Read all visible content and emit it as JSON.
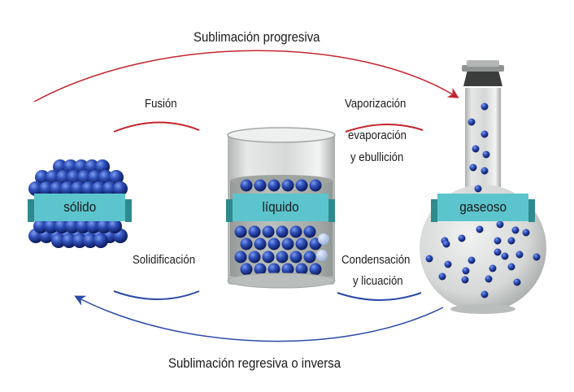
{
  "states": {
    "solid": "sólido",
    "liquid": "líquido",
    "gas": "gaseoso"
  },
  "transitions": {
    "sublimation_progressive": "Sublimación progresiva",
    "fusion": "Fusión",
    "vaporization": "Vaporización",
    "vaporization_detail_1": "evaporación",
    "vaporization_detail_2": "y ebullición",
    "solidification": "Solidificación",
    "condensation_1": "Condensación",
    "condensation_2": "y licuación",
    "sublimation_regressive": "Sublimación regresiva o inversa"
  },
  "colors": {
    "heating_arrow": "#c4262e",
    "cooling_arrow": "#2c4aa6",
    "state_label": "#5cc4cc",
    "particle": "#2a3f9a"
  }
}
